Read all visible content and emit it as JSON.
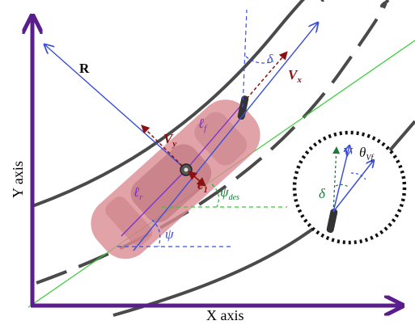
{
  "axes": {
    "x_label": "X axis",
    "y_label": "Y axis",
    "color": "#5a1e8c"
  },
  "labels": {
    "resultant": "R",
    "steer_angle": "δ",
    "vx": "V",
    "vx_sub": "x",
    "vy": "V",
    "vy_sub": "y",
    "front_length": "ℓ",
    "front_sub": "f",
    "rear_length": "ℓ",
    "rear_sub": "r",
    "lateral_error": "e",
    "lateral_error_sub": "1",
    "heading": "ψ",
    "desired_heading": "ψ",
    "desired_heading_sub": "des"
  },
  "inset": {
    "velocity": "V",
    "slip": "θ",
    "slip_sub": "Vf",
    "steer": "δ"
  },
  "colors": {
    "road": "#4a4a4a",
    "body_axis": "#7b2fd0",
    "vector_blue": "#3b4fd8",
    "velocity_red": "#8b1010",
    "reference_green": "#33cc33",
    "car_body": "#d98c92",
    "inset_green": "#1a7a3a"
  }
}
